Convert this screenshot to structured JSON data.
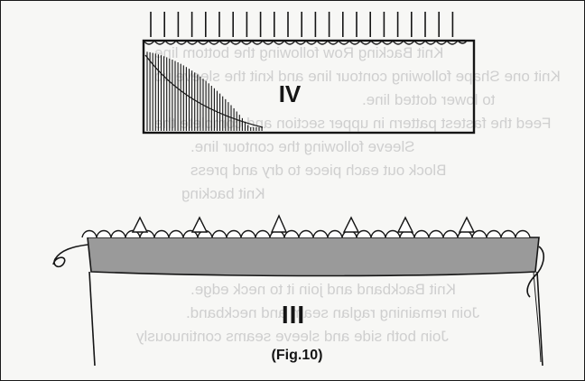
{
  "figure": {
    "caption": "(Fig.10)",
    "upper_panel_label": "IV",
    "lower_panel_label": "III"
  },
  "bleed_through_lines": [
    "Knit Backing Row following the bottom line",
    "Knit one Shape following contour line and knit the sleeve up",
    "to lower dotted line.",
    "Feed the fastest pattern in upper section and complete the",
    "Sleeve following the contour line.",
    "Block out each piece to dry and press",
    "Knit backing",
    "sleeve",
    "Knit Backband and join it to neck edge.",
    "Join remaining raglan seam and neckband.",
    "Join both side and sleeve seams continuously"
  ],
  "colors": {
    "ink": "#151515",
    "fabric_fill": "#9a9a9a",
    "bleed_text": "#cfcfcf",
    "background": "#f7f7f5"
  }
}
